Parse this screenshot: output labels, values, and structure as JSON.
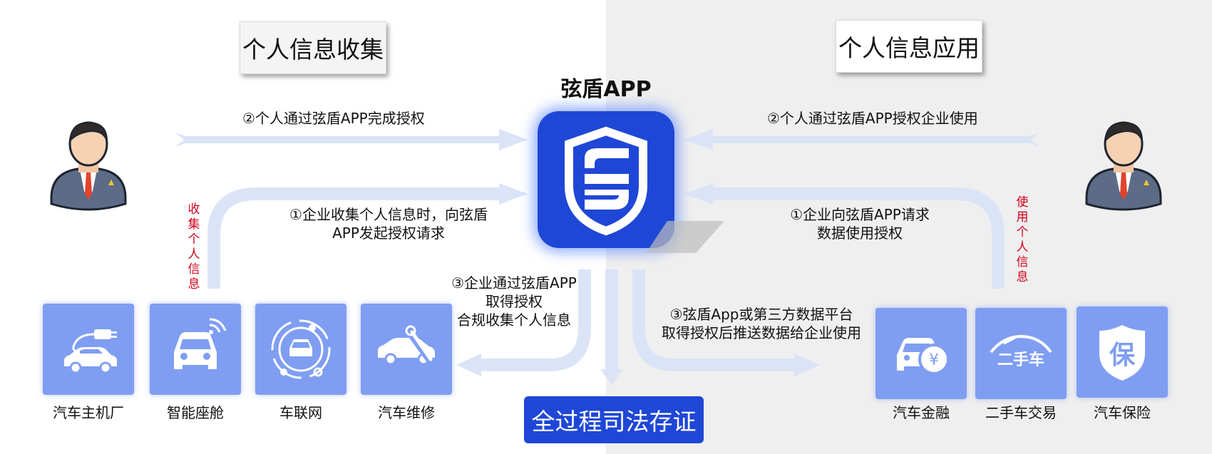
{
  "left_section": {
    "title": "个人信息收集"
  },
  "right_section": {
    "title": "个人信息应用"
  },
  "app": {
    "title": "弦盾APP"
  },
  "flows": {
    "left_top": "②个人通过弦盾APP完成授权",
    "right_top": "②个人通过弦盾APP授权企业使用",
    "left_mid_line1": "①企业收集个人信息时，向弦盾",
    "left_mid_line2": "APP发起授权请求",
    "right_mid_line1": "①企业向弦盾APP请求",
    "right_mid_line2": "数据使用授权",
    "left_bottom_line1": "③企业通过弦盾APP",
    "left_bottom_line2": "取得授权",
    "left_bottom_line3": "合规收集个人信息",
    "right_bottom_line1": "③弦盾App或第三方数据平台",
    "right_bottom_line2": "取得授权后推送数据给企业使用"
  },
  "vertical_labels": {
    "collect": [
      "收",
      "集",
      "个",
      "人",
      "信",
      "息"
    ],
    "use": [
      "使",
      "用",
      "个",
      "人",
      "信",
      "息"
    ]
  },
  "left_tiles": [
    {
      "label": "汽车主机厂",
      "icon": "car-charging-icon"
    },
    {
      "label": "智能座舱",
      "icon": "smart-car-icon"
    },
    {
      "label": "车联网",
      "icon": "connected-car-icon"
    },
    {
      "label": "汽车维修",
      "icon": "car-repair-icon"
    }
  ],
  "right_tiles": [
    {
      "label": "汽车金融",
      "icon": "car-finance-icon"
    },
    {
      "label": "二手车交易",
      "icon": "used-car-icon",
      "icon_text": "二手车"
    },
    {
      "label": "汽车保险",
      "icon": "insurance-shield-icon",
      "icon_text": "保"
    }
  ],
  "bottom_button": {
    "label": "全过程司法存证"
  },
  "colors": {
    "brand_blue": "#1f47d6",
    "tile_blue": "#7f9ef2",
    "arrow_blue": "#dbe4f7",
    "vertical_label_red": "#d0021b"
  }
}
